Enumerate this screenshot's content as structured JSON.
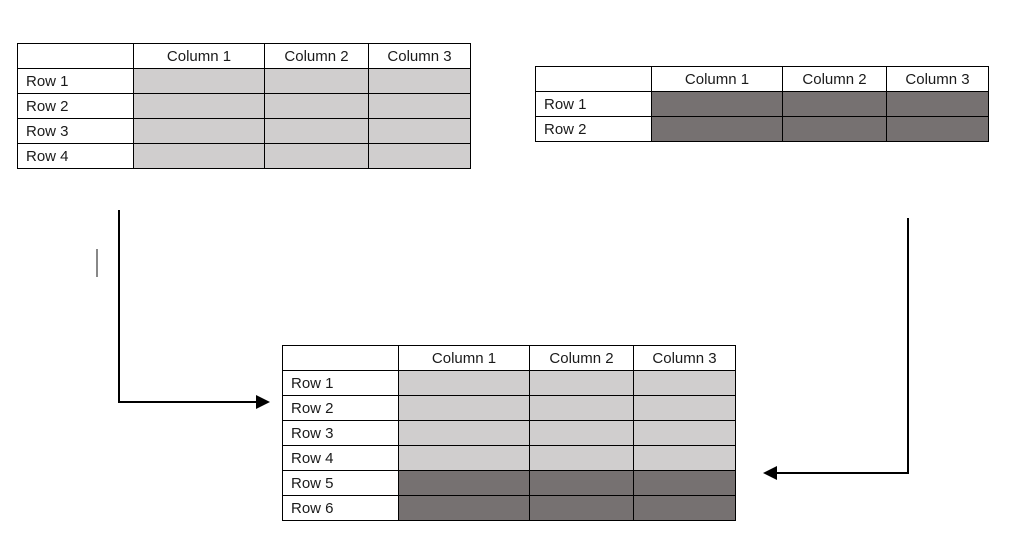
{
  "tables": [
    {
      "name": "source-table-light",
      "corner": "",
      "columns": [
        "Column 1",
        "Column 2",
        "Column 3"
      ],
      "rows": [
        {
          "label": "Row 1",
          "fill": "light"
        },
        {
          "label": "Row 2",
          "fill": "light"
        },
        {
          "label": "Row 3",
          "fill": "light"
        },
        {
          "label": "Row 4",
          "fill": "light"
        }
      ]
    },
    {
      "name": "source-table-dark",
      "corner": "",
      "columns": [
        "Column 1",
        "Column 2",
        "Column 3"
      ],
      "rows": [
        {
          "label": "Row 1",
          "fill": "dark"
        },
        {
          "label": "Row 2",
          "fill": "dark"
        }
      ]
    },
    {
      "name": "merged-table",
      "corner": "",
      "columns": [
        "Column 1",
        "Column 2",
        "Column 3"
      ],
      "rows": [
        {
          "label": "Row 1",
          "fill": "light"
        },
        {
          "label": "Row 2",
          "fill": "light"
        },
        {
          "label": "Row 3",
          "fill": "light"
        },
        {
          "label": "Row 4",
          "fill": "light"
        },
        {
          "label": "Row 5",
          "fill": "dark"
        },
        {
          "label": "Row 6",
          "fill": "dark"
        }
      ]
    }
  ],
  "colors": {
    "light_cell": "#d0cece",
    "dark_cell": "#767171",
    "table_border": "#000000",
    "arrow": "#000000",
    "cursor_mark": "#888888",
    "text": "#1a1a1a",
    "background": "#ffffff"
  }
}
